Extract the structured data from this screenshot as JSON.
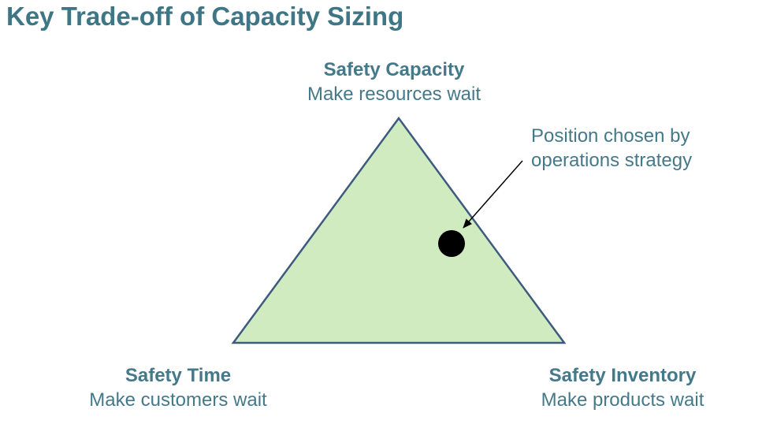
{
  "title": "Key Trade-off of Capacity Sizing",
  "vertices": {
    "top": {
      "heading": "Safety Capacity",
      "subtitle": "Make resources wait"
    },
    "left": {
      "heading": "Safety Time",
      "subtitle": "Make customers wait"
    },
    "right": {
      "heading": "Safety Inventory",
      "subtitle": "Make products wait"
    }
  },
  "annotation": {
    "line1": "Position chosen by",
    "line2": "operations strategy"
  },
  "colors": {
    "title": "#3e7686",
    "text": "#44798a",
    "triangle_fill": "#d0ebc0",
    "triangle_stroke": "#3d5b7e",
    "point": "#000000"
  }
}
